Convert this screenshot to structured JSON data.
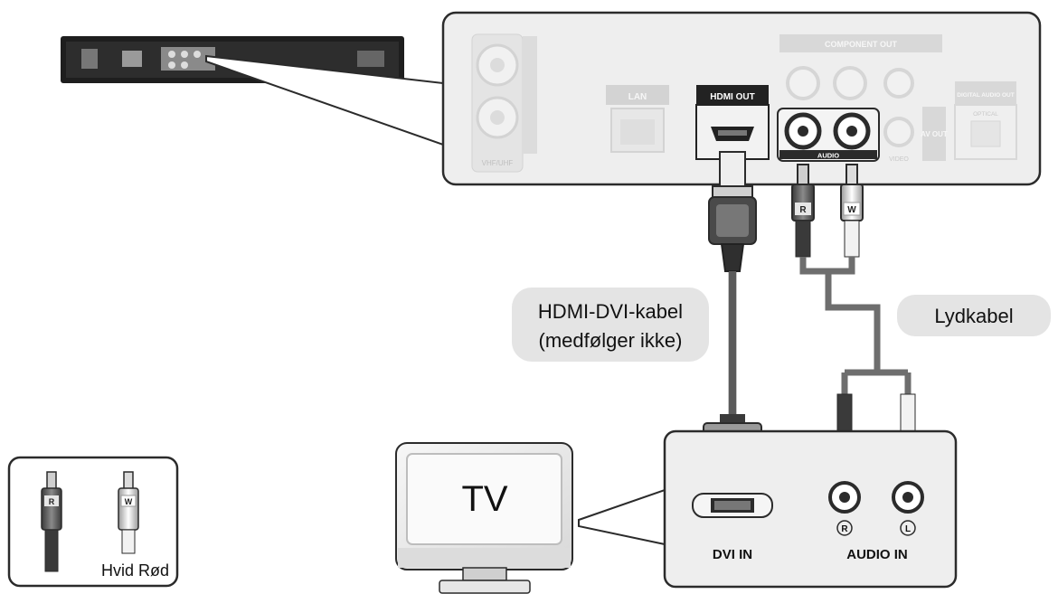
{
  "player_panel": {
    "component_out": "COMPONENT OUT",
    "lan": "LAN",
    "hdmi_out": "HDMI OUT",
    "digital_audio_out": "DIGITAL AUDIO OUT",
    "optical": "OPTICAL",
    "av_out": "AV OUT",
    "audio": "AUDIO",
    "video": "VIDEO",
    "vhf_uhf": "VHF/UHF"
  },
  "plug_letters": {
    "red": "R",
    "white": "W"
  },
  "cables": {
    "hdmi_dvi_line1": "HDMI-DVI-kabel",
    "hdmi_dvi_line2": "(medfølger ikke)",
    "audio": "Lydkabel"
  },
  "tv": {
    "label": "TV",
    "dvi_in": "DVI IN",
    "audio_in": "AUDIO IN",
    "right_marker": "R",
    "left_marker": "L"
  },
  "legend": {
    "caption": "Hvid Rød"
  },
  "colors": {
    "outline": "#2b2b2b",
    "panel_fill": "#eeeeee",
    "cable": "#6e6e6e",
    "badge_fill": "#e4e4e4"
  }
}
